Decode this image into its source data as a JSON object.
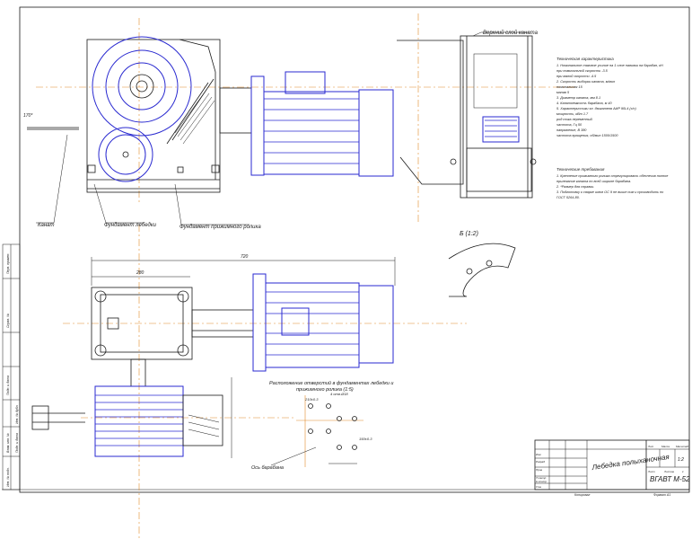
{
  "labels": {
    "rope_layer_top": "Верхний слой каната",
    "rope": "Канат",
    "winch_foundation": "Фундамент лебедки",
    "pulley_foundation": "Фундамент прижимного ролика",
    "section_b": "Б (1:2)",
    "holes_title_line1": "Расположение отверстий в фундаментах лебедки и",
    "holes_title_line2": "прижимного ролика (1:5)",
    "winch_axis": "Ось барабана"
  },
  "notes": {
    "tech_title": "Техническая характеристика",
    "tech_lines": [
      "1. Номинальное тяговое усилие на 1 слое навивки на барабан, кН",
      "   при номинальной скорости          -3.5",
      "   при малой скорости                  -4.5",
      "2. Скорость выборки каната, м/мин",
      "   номинальная                              15",
      "   малая                                        5",
      "3. Диаметр каната, мм                 8.1",
      "4. Канатоемкость барабана, м          40",
      "5. Характеристики эл. двигателя АИР 90L4 (с/с)",
      "   мощность, кВт                          1.7",
      "   род тока                          переменный",
      "   частота, Гц                                50",
      "   напряжение, В                           380",
      "   частота вращения, об/мин        1500/1500"
    ],
    "req_title": "Технические требования",
    "req_lines": [
      "1. Крепление прижимного ролика отрегулировать обеспечив полное",
      "   прилегание каната по всей ширине барабана.",
      "2. *Размер для справки.",
      "3. Подготовку к сварке швов ОС 9 не выше ниж и производить по",
      "   ГОСТ 5264-80."
    ]
  },
  "dimensions": {
    "total_length": "720",
    "base_width": "280",
    "height_left": "170*",
    "foundation_w": "210±0.3",
    "foundation_h": "150±0.3",
    "hole_d": "4 отв.Ø18"
  },
  "title_block": {
    "name": "Лебедка полыханочная",
    "code": "ВГАВТ М-52",
    "lit_label": "Лит",
    "mass_label": "Масса",
    "scale_label": "Масштаб",
    "scale_value": "1:2",
    "sheet_label": "Лист",
    "sheets_label": "Листов",
    "sheets_value": "1",
    "rows": [
      "Изм",
      "Разраб",
      "Пров",
      "Т.контр",
      "Н.контр",
      "Утв"
    ],
    "copied": "Копировал",
    "format": "Формат А1"
  },
  "side_strip": [
    "Перв. примен.",
    "Справ. №",
    "Подп. и дата",
    "Инв. № дубл.",
    "Взам. инв. №",
    "Подп. и дата",
    "Инв. № подл."
  ]
}
